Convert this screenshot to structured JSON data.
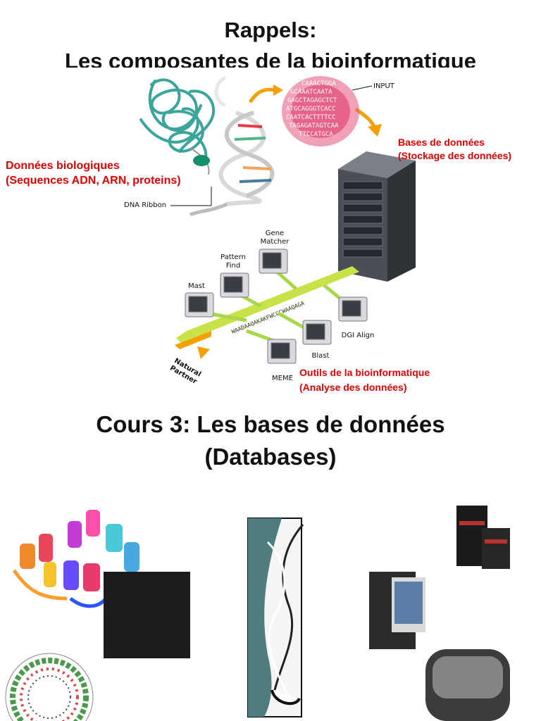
{
  "header": {
    "title_line1": "Rappels:",
    "title_line2": "Les composantes de la bioinformatique"
  },
  "diagram": {
    "bio_data_label": "Données biologiques",
    "bio_data_sub": "(Sequences ADN, ARN, proteins)",
    "dna_ribbon": "DNA Ribbon",
    "input_label": "INPUT",
    "db_label": "Bases de données",
    "db_sub": "(Stockage des données)",
    "tools_label": "Outils de la bioinformatique",
    "tools_sub": "(Analyse des données)",
    "natural_partner": "Natural Partner",
    "tools": [
      {
        "name": "Gene Matcher"
      },
      {
        "name": "Pattern Find"
      },
      {
        "name": "Mast"
      },
      {
        "name": "DGI Align"
      },
      {
        "name": "Blast"
      },
      {
        "name": "MEME"
      }
    ],
    "sequence_lines": [
      "CAAACTGGA",
      "GCAAATCAATA",
      "GAGCTAGAGCTCT",
      "ATGCAGGGTCACC",
      "CAATCACTTTTCC",
      "TAGAGATAGTCAA",
      "TTCCATGCA"
    ],
    "bar_sequence": "WAADAAQAKAKFWCGCWAAQAGA"
  },
  "course": {
    "line1": "Cours 3: Les bases de données",
    "line2": "(Databases)"
  },
  "colors": {
    "red": "#e00000",
    "teal": "#3ba59b",
    "server": "#4a4e55"
  }
}
